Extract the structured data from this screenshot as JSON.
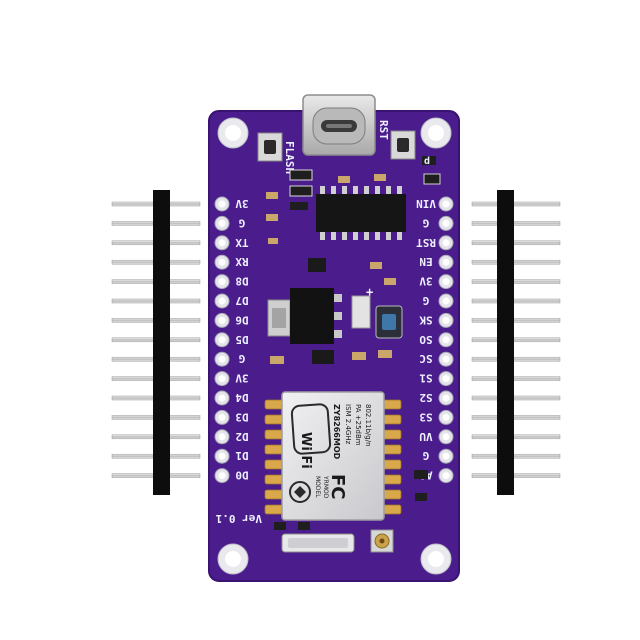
{
  "board": {
    "left_pins": [
      "3V",
      "G",
      "TX",
      "RX",
      "D8",
      "D7",
      "D6",
      "D5",
      "G",
      "3V",
      "D4",
      "D3",
      "D2",
      "D1",
      "D0"
    ],
    "right_pins": [
      "VIN",
      "G",
      "RST",
      "EN",
      "3V",
      "G",
      "SK",
      "SO",
      "SC",
      "S1",
      "S2",
      "S3",
      "VU",
      "G",
      "A0"
    ],
    "button_flash": "FLASH",
    "button_rst": "RST",
    "version": "Ver 0.1",
    "dot_mark": "d"
  },
  "module": {
    "wifi_logo": "Wi Fi",
    "model": "ZY8266MOD",
    "model2": "MODEL",
    "model3": "YRMOD",
    "fcc": "FC",
    "ism": "ISM 2.4GHz",
    "pa": "PA +25dBm",
    "std": "802.11b/g/n"
  },
  "colors": {
    "pcb": "#4a1c8c",
    "pcb_edge": "#3a126f",
    "shield": "#d8d8dc",
    "gold": "#d9a84a",
    "header_plastic": "#0d0d0d"
  }
}
